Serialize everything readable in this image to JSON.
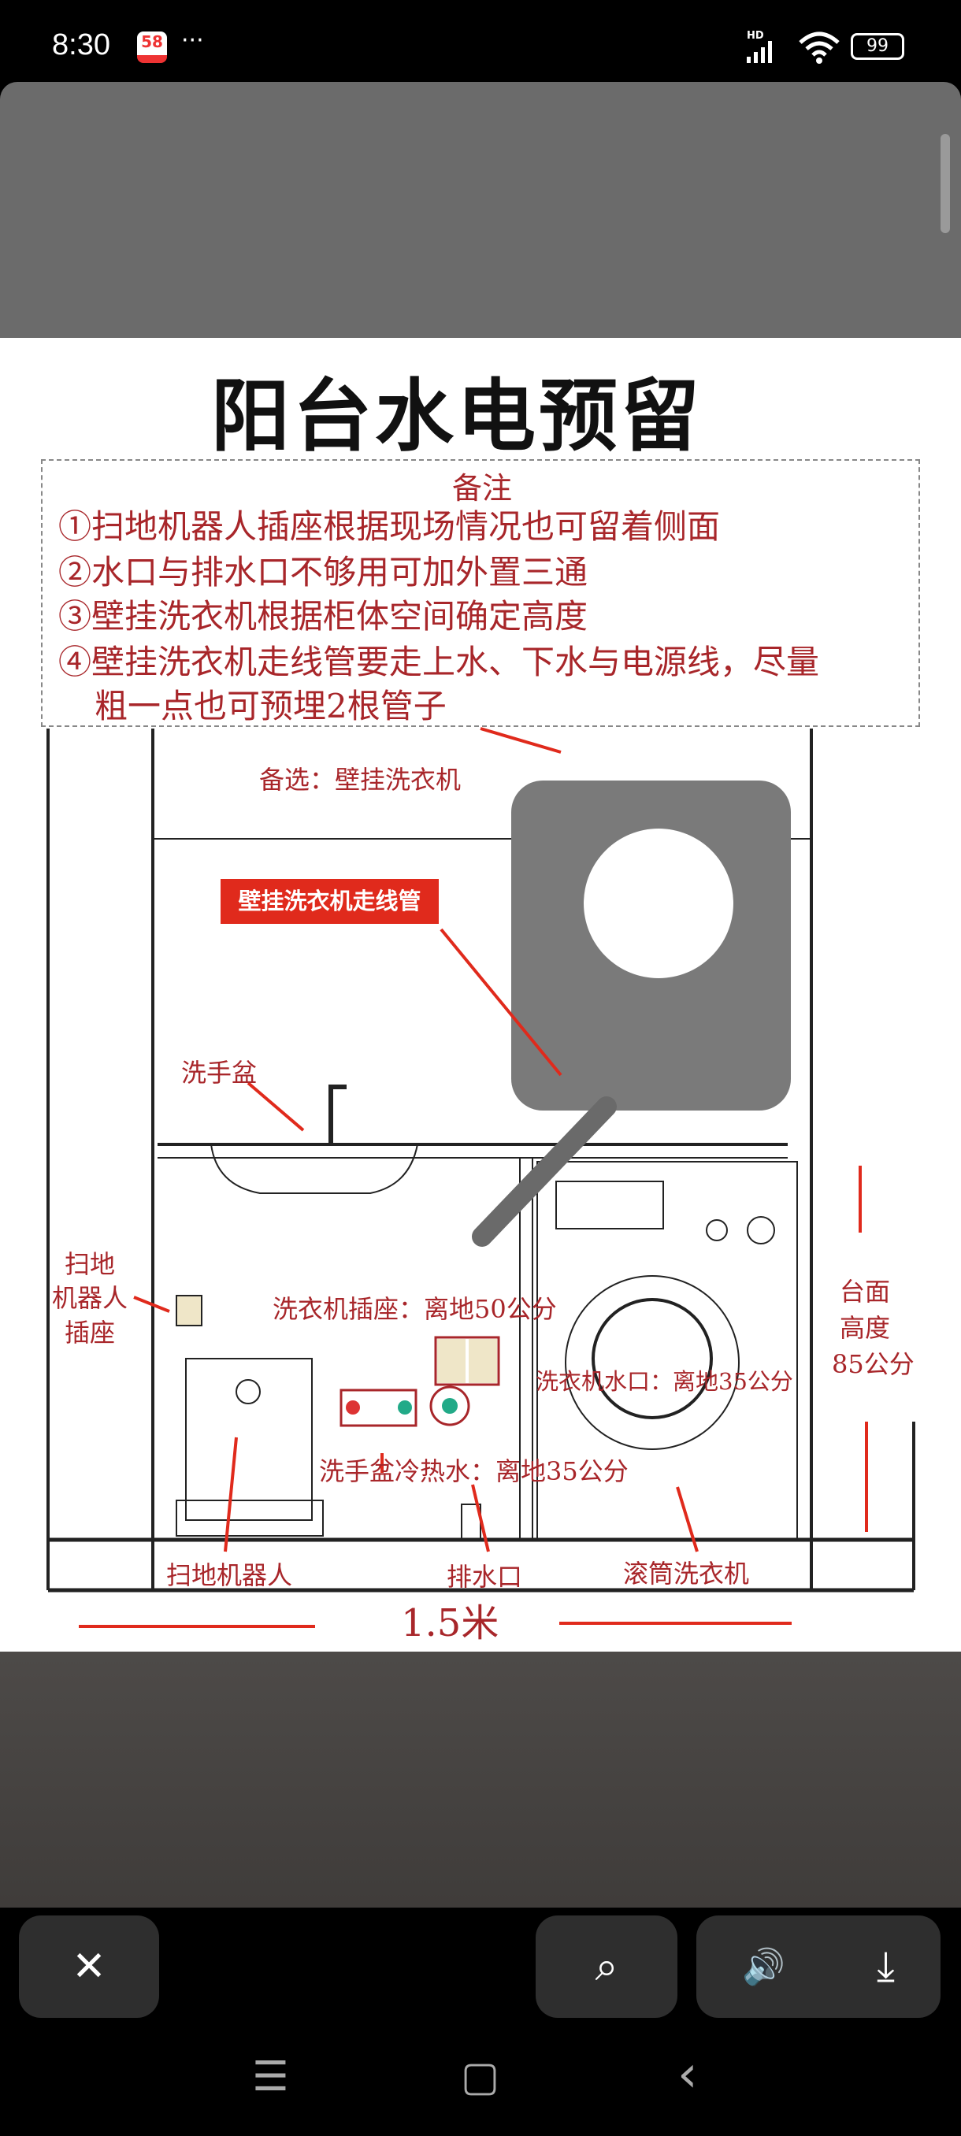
{
  "status": {
    "time": "8:30",
    "app_badge": "58",
    "more": "···",
    "network": "HD",
    "battery": "99"
  },
  "image": {
    "title": "阳台水电预留",
    "notes_title": "备注",
    "notes": [
      "①扫地机器人插座根据现场情况也可留着侧面",
      "②水口与排水口不够用可加外置三通",
      "③壁挂洗衣机根据柜体空间确定高度",
      "④壁挂洗衣机走线管要走上水、下水与电源线，尽量",
      "粗一点也可预埋2根管子"
    ],
    "labels": {
      "wall_washer": "备选：壁挂洗衣机",
      "wall_pipe": "壁挂洗衣机走线管",
      "basin": "洗手盆",
      "robot_socket": [
        "扫地",
        "机器人",
        "插座"
      ],
      "washer_socket": "洗衣机插座：离地50公分",
      "washer_water": "洗衣机水口：离地35公分",
      "basin_water": "洗手盆冷热水：离地35公分",
      "robot": "扫地机器人",
      "drain": "排水口",
      "drum_washer": "滚筒洗衣机",
      "counter_height": [
        "台面",
        "高度",
        "85公分"
      ],
      "width": "1.5米"
    },
    "colors": {
      "annotation": "#a8262a",
      "arrow": "#e02a1c",
      "washer": "#7a7a7a"
    }
  },
  "toolbar": {
    "close": "✕",
    "lens": "⌕",
    "sound": "🔊",
    "download": "⤓"
  },
  "navbar": {
    "menu": "☰",
    "home": "▢",
    "back": "‹"
  }
}
